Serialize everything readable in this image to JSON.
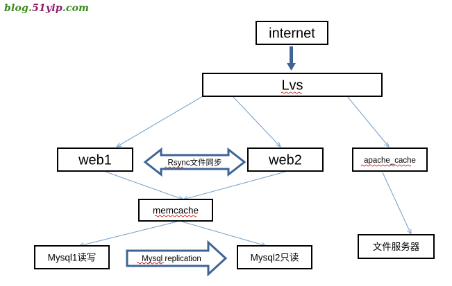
{
  "watermark": {
    "part1": "blog.",
    "part2": "51yip",
    "part3": ".com"
  },
  "nodes": {
    "internet": "internet",
    "lvs": "Lvs",
    "web1": "web1",
    "web2": "web2",
    "apache_cache": "apache_cache",
    "memcache": "memcache",
    "mysql1": "Mysql1读写",
    "mysql2": "Mysql2只读",
    "file_server": "文件服务器"
  },
  "edge_labels": {
    "rsync": "Rsync文件同步",
    "replication": "Mysql replication"
  },
  "colors": {
    "connector": "#7ba3cc",
    "fat_arrow_border": "#3e6496",
    "down_arrow": "#3e6496",
    "spellcheck_underline": "#cc0000"
  }
}
